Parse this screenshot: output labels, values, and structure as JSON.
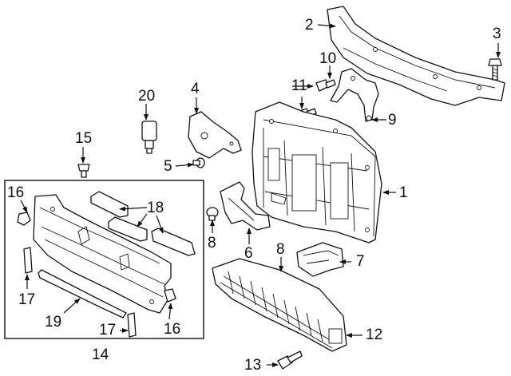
{
  "callouts": {
    "c1": "1",
    "c2": "2",
    "c3": "3",
    "c4": "4",
    "c5": "5",
    "c6": "6",
    "c7": "7",
    "c8a": "8",
    "c8b": "8",
    "c9": "9",
    "c10": "10",
    "c11": "11",
    "c12": "12",
    "c13": "13",
    "c14": "14",
    "c15": "15",
    "c16a": "16",
    "c16b": "16",
    "c17a": "17",
    "c17b": "17",
    "c18": "18",
    "c19": "19",
    "c20": "20"
  }
}
